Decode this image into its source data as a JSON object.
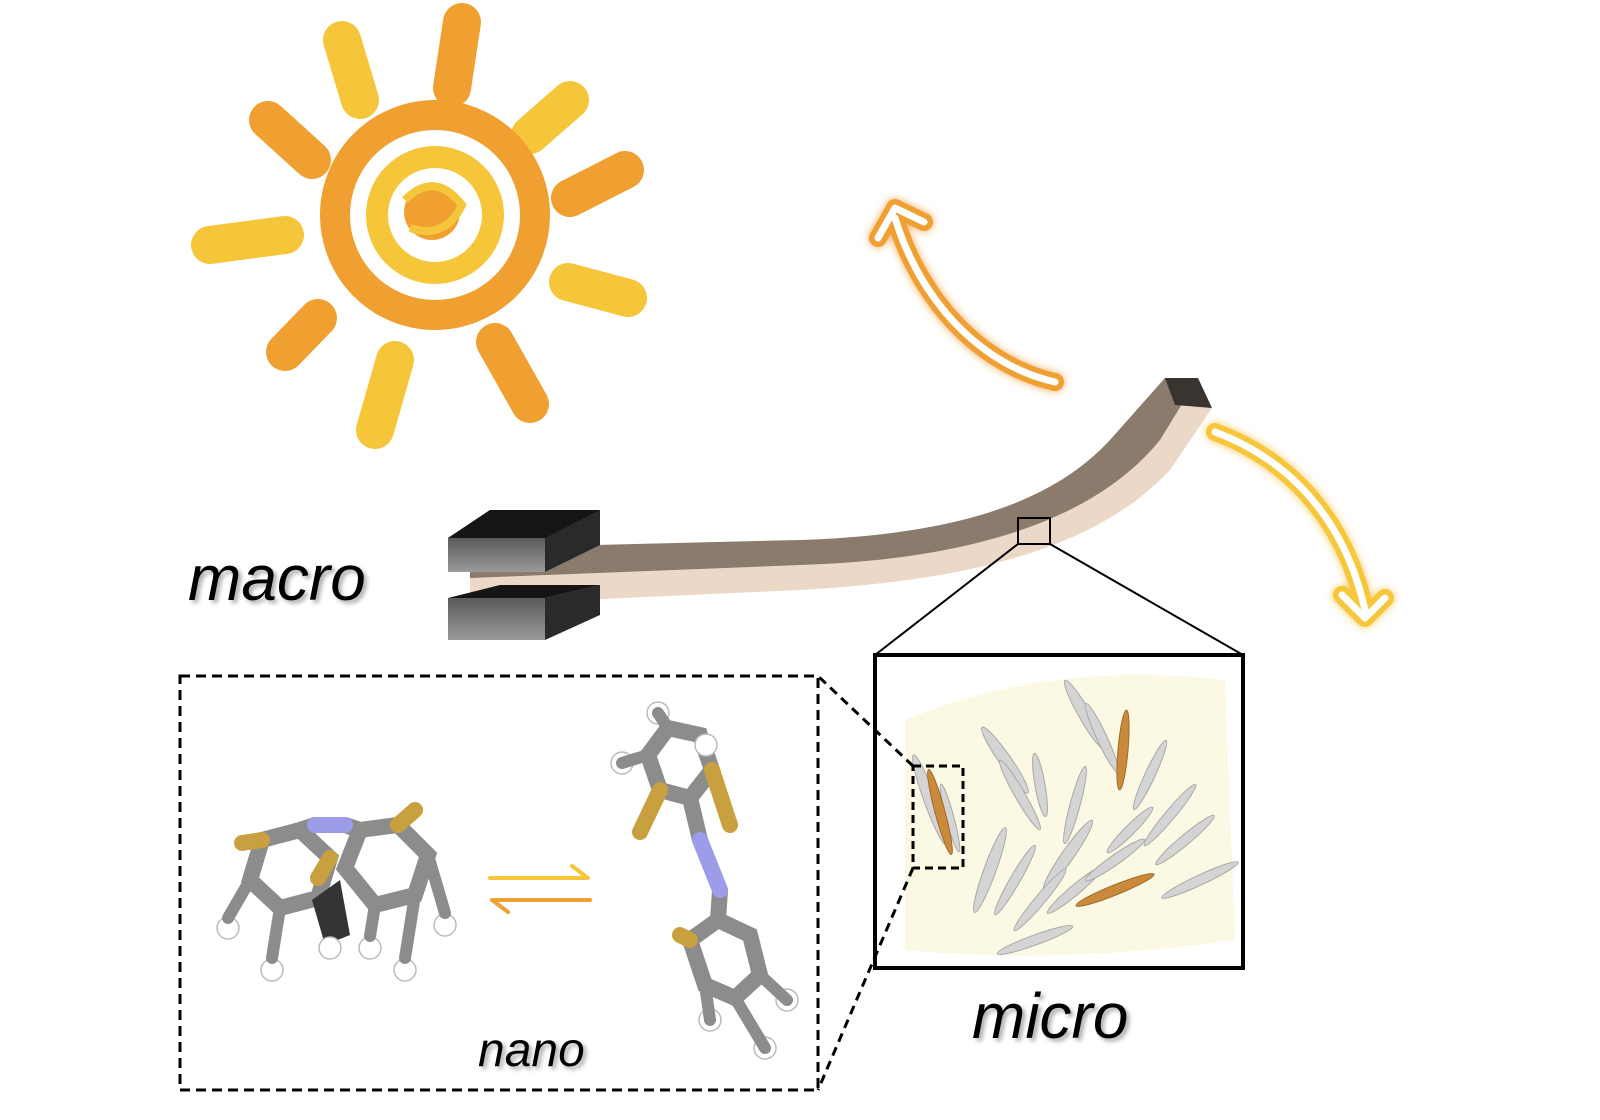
{
  "labels": {
    "macro": "macro",
    "micro": "micro",
    "nano": "nano"
  },
  "colors": {
    "sun_orange": "#f0a031",
    "sun_yellow": "#f6c63a",
    "film_top": "#8a7b6c",
    "film_bottom": "#ecd8c6",
    "clamp": "#2a2a2a",
    "micro_background": "#fbf8e3",
    "crystal_grey": "#c8c8c8",
    "crystal_orange": "#c98a3c",
    "atom_carbon": "#8c8c8c",
    "atom_nitrogen": "#9c9ce8",
    "atom_fluorine": "#c8a040",
    "atom_hydrogen": "#ffffff",
    "arrow_forward": "#f6c63a",
    "arrow_backward": "#f0a031"
  },
  "icons": {
    "light_source": "sun-icon",
    "bend_up": "curved-arrow-up-icon",
    "bend_down": "curved-arrow-down-icon",
    "isomerization": "equilibrium-arrows-icon"
  }
}
